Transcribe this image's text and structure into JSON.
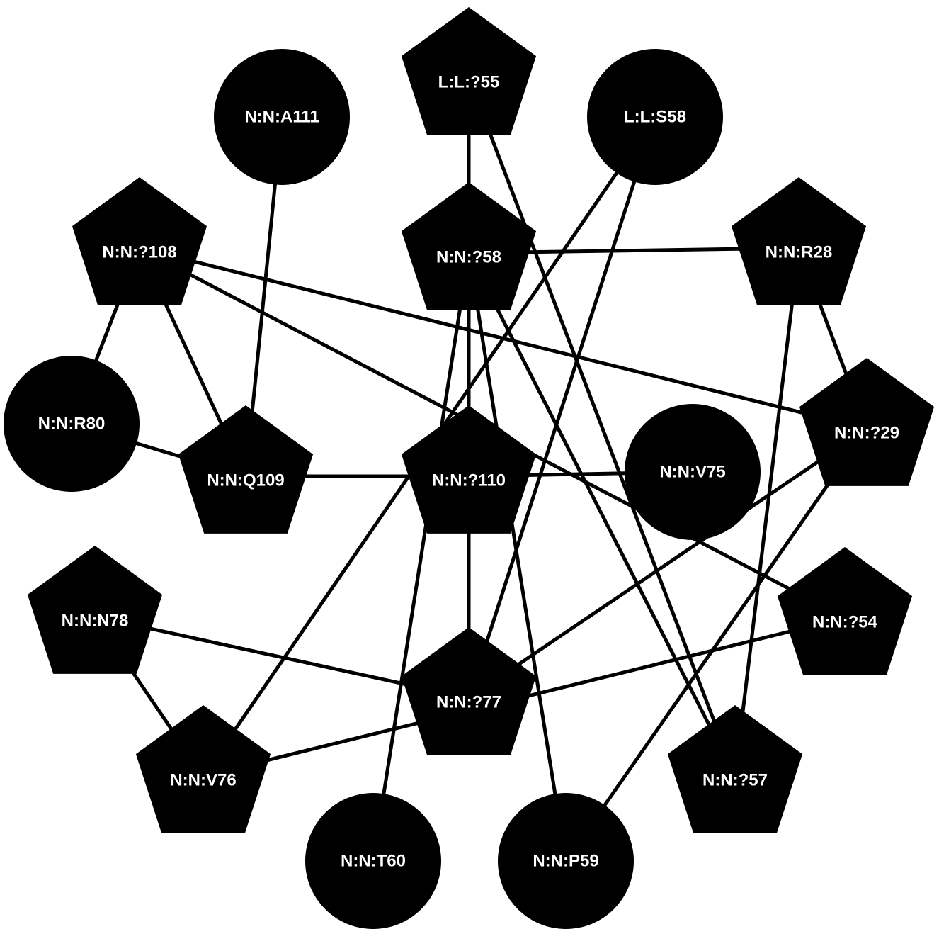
{
  "colors": {
    "background": "#ffffff",
    "node_fill": "#000000",
    "edge": "#000000",
    "label": "#ffffff"
  },
  "nodes": [
    {
      "id": "L:L:?55",
      "shape": "pentagon"
    },
    {
      "id": "N:N:A111",
      "shape": "circle"
    },
    {
      "id": "L:L:S58",
      "shape": "circle"
    },
    {
      "id": "N:N:?108",
      "shape": "pentagon"
    },
    {
      "id": "N:N:?58",
      "shape": "pentagon"
    },
    {
      "id": "N:N:R28",
      "shape": "pentagon"
    },
    {
      "id": "N:N:R80",
      "shape": "circle"
    },
    {
      "id": "N:N:Q109",
      "shape": "pentagon"
    },
    {
      "id": "N:N:?110",
      "shape": "pentagon"
    },
    {
      "id": "N:N:V75",
      "shape": "circle"
    },
    {
      "id": "N:N:?29",
      "shape": "pentagon"
    },
    {
      "id": "N:N:N78",
      "shape": "pentagon"
    },
    {
      "id": "N:N:?54",
      "shape": "pentagon"
    },
    {
      "id": "N:N:?77",
      "shape": "pentagon"
    },
    {
      "id": "N:N:V76",
      "shape": "pentagon"
    },
    {
      "id": "N:N:?57",
      "shape": "pentagon"
    },
    {
      "id": "N:N:T60",
      "shape": "circle"
    },
    {
      "id": "N:N:P59",
      "shape": "circle"
    }
  ],
  "edges": [
    {
      "source": "L:L:?55",
      "target": "N:N:?58"
    },
    {
      "source": "L:L:?55",
      "target": "N:N:?57"
    },
    {
      "source": "N:N:A111",
      "target": "N:N:Q109"
    },
    {
      "source": "L:L:S58",
      "target": "N:N:V76"
    },
    {
      "source": "L:L:S58",
      "target": "N:N:?77"
    },
    {
      "source": "N:N:?108",
      "target": "N:N:R80"
    },
    {
      "source": "N:N:?108",
      "target": "N:N:Q109"
    },
    {
      "source": "N:N:?108",
      "target": "N:N:?29"
    },
    {
      "source": "N:N:?108",
      "target": "N:N:?54"
    },
    {
      "source": "N:N:?58",
      "target": "N:N:R28"
    },
    {
      "source": "N:N:?58",
      "target": "N:N:?110"
    },
    {
      "source": "N:N:?58",
      "target": "N:N:T60"
    },
    {
      "source": "N:N:?58",
      "target": "N:N:P59"
    },
    {
      "source": "N:N:?58",
      "target": "N:N:?57"
    },
    {
      "source": "N:N:R28",
      "target": "N:N:?29"
    },
    {
      "source": "N:N:R28",
      "target": "N:N:?57"
    },
    {
      "source": "N:N:R80",
      "target": "N:N:Q109"
    },
    {
      "source": "N:N:Q109",
      "target": "N:N:?110"
    },
    {
      "source": "N:N:?110",
      "target": "N:N:V75"
    },
    {
      "source": "N:N:?110",
      "target": "N:N:?77"
    },
    {
      "source": "N:N:?29",
      "target": "N:N:?77"
    },
    {
      "source": "N:N:?29",
      "target": "N:N:P59"
    },
    {
      "source": "N:N:N78",
      "target": "N:N:?77"
    },
    {
      "source": "N:N:N78",
      "target": "N:N:V76"
    },
    {
      "source": "N:N:?54",
      "target": "N:N:V76"
    }
  ]
}
